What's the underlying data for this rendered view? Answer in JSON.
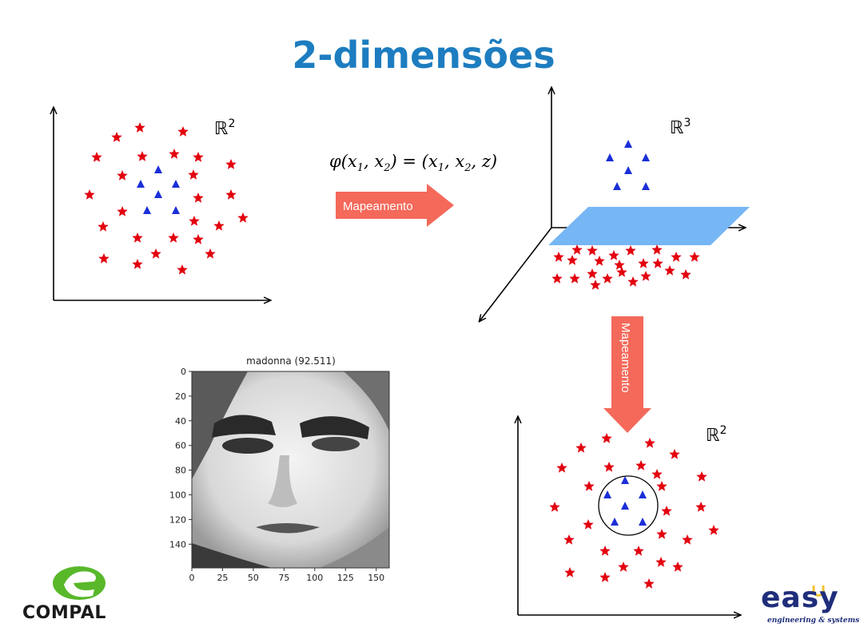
{
  "title": "2-dimensões",
  "space_labels": {
    "top_left": "ℝ",
    "top_right": "ℝ",
    "bottom_right": "ℝ",
    "exponent_2d": "2",
    "exponent_3d": "3"
  },
  "formula": {
    "lhs": "φ(x",
    "sub1": "1",
    "mid1": ", x",
    "sub2": "2",
    "eq": ") = (x",
    "sub3": "1",
    "mid2": ", x",
    "sub4": "2",
    "end": ", z)"
  },
  "arrows": {
    "horizontal_label": "Mapeamento",
    "vertical_label": "Mapeamento"
  },
  "colors": {
    "title": "#1d7dc0",
    "star": "#e3000f",
    "triangle": "#1a2fd8",
    "arrow": "#f4695a",
    "plane": "#76b6f5",
    "compal_green": "#58b82a",
    "easy_blue": "#1f2e7a",
    "easy_yellow": "#f2c230"
  },
  "image_panel": {
    "title": "madonna (92.511)",
    "y_ticks": [
      "0",
      "20",
      "40",
      "60",
      "80",
      "100",
      "120",
      "140"
    ],
    "x_ticks": [
      "0",
      "25",
      "50",
      "75",
      "100",
      "125",
      "150"
    ]
  },
  "logos": {
    "compal_text": "COMPAL",
    "easy_text": "easy",
    "easy_tagline": "engineering & systems"
  }
}
